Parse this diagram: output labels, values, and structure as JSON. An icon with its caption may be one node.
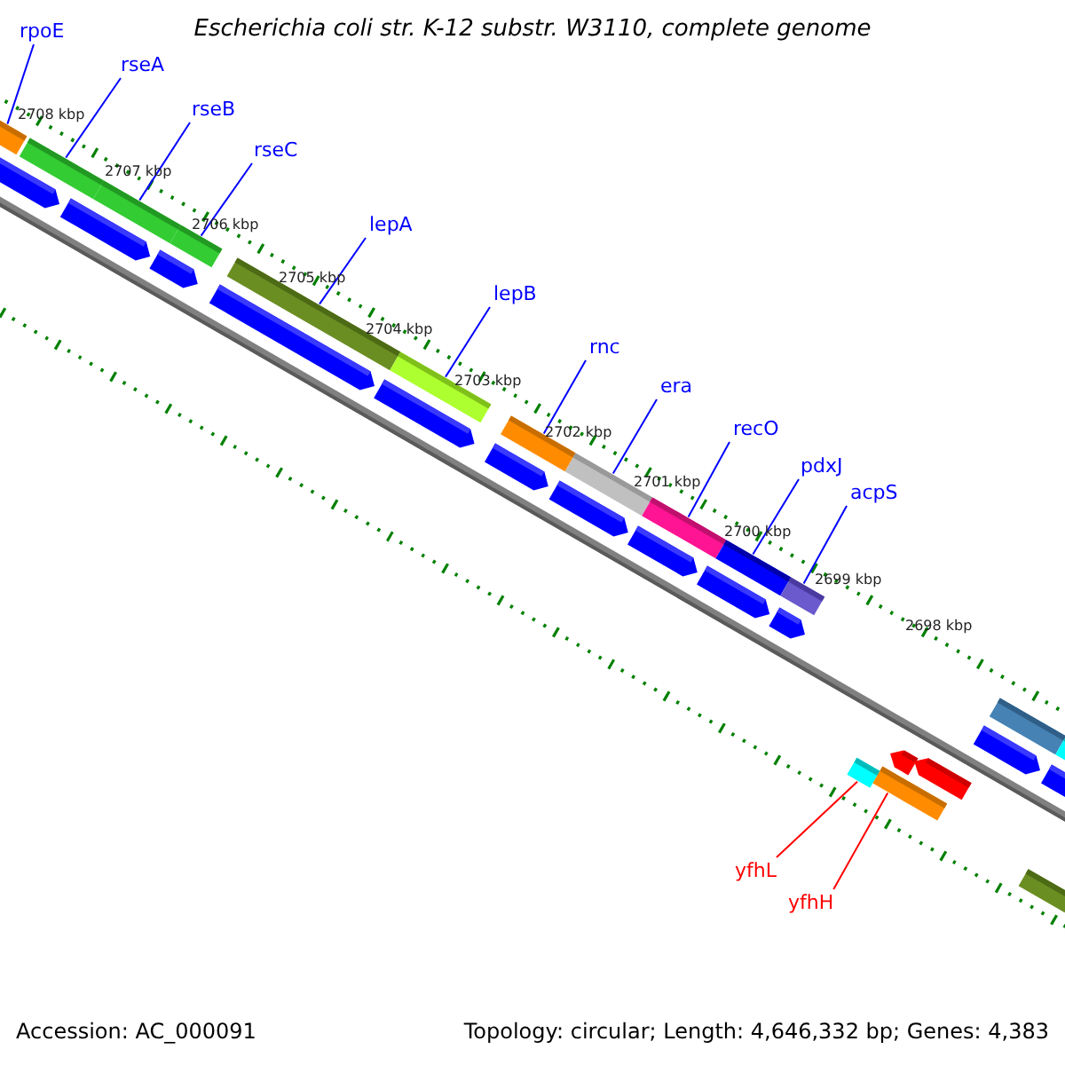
{
  "diagram": {
    "title": "Escherichia coli str. K-12 substr. W3110, complete genome",
    "nodes": [
      {
        "text": [
          "rpoE"
        ]
      },
      {
        "text": [
          "rseA"
        ]
      },
      {
        "text": [
          "rseB"
        ]
      },
      {
        "text": [
          "rseC"
        ]
      },
      {
        "text": [
          "lepA"
        ]
      },
      {
        "text": [
          "lepB"
        ]
      },
      {
        "text": [
          "rnc"
        ]
      },
      {
        "text": [
          "era"
        ]
      },
      {
        "text": [
          "recO"
        ]
      },
      {
        "text": [
          "pdxJ"
        ]
      },
      {
        "text": [
          "acpS"
        ]
      },
      {
        "text": [
          "yfhL"
        ]
      },
      {
        "text": [
          "yfhH"
        ]
      },
      {
        "text": [],
        "shape": "bar"
      },
      {
        "text": [],
        "shape": "bar"
      },
      {
        "text": [],
        "shape": "bar"
      },
      {
        "text": [],
        "shape": "bar"
      },
      {
        "text": [],
        "shape": "bar"
      },
      {
        "text": [],
        "shape": "bar"
      },
      {
        "text": [],
        "shape": "bar"
      },
      {
        "text": [],
        "shape": "bar"
      },
      {
        "text": [],
        "shape": "bar"
      },
      {
        "text": [],
        "shape": "bar"
      },
      {
        "text": [],
        "shape": "bar"
      },
      {
        "text": [],
        "shape": "bar"
      },
      {
        "text": [],
        "shape": "bar"
      },
      {
        "text": [],
        "shape": "bar"
      },
      {
        "text": [],
        "shape": "bar"
      },
      {
        "text": [],
        "shape": "bar"
      },
      {
        "text": [],
        "shape": "bar"
      },
      {
        "text": [],
        "shape": "bar"
      },
      {
        "text": [],
        "shape": "bar"
      },
      {
        "text": [],
        "shape": "bar"
      },
      {
        "text": [],
        "shape": "bar"
      },
      {
        "text": [],
        "shape": "bar"
      },
      {
        "text": [],
        "shape": "bar"
      },
      {
        "text": [],
        "shape": "bar"
      },
      {
        "text": [],
        "shape": "bar"
      },
      {
        "text": [],
        "shape": "bar"
      },
      {
        "text": [],
        "shape": "bar"
      },
      {
        "text": [],
        "shape": "bar"
      },
      {
        "text": [],
        "shape": "bar"
      },
      {
        "text": [],
        "shape": "bar"
      }
    ],
    "edges": [
      {
        "from": 0,
        "to": 13,
        "arrow": "none"
      },
      {
        "from": 1,
        "to": 14,
        "arrow": "none"
      },
      {
        "from": 2,
        "to": 15,
        "arrow": "none"
      },
      {
        "from": 3,
        "to": 16,
        "arrow": "none"
      },
      {
        "from": 4,
        "to": 17,
        "arrow": "none"
      },
      {
        "from": 5,
        "to": 18,
        "arrow": "none"
      },
      {
        "from": 6,
        "to": 19,
        "arrow": "none"
      },
      {
        "from": 7,
        "to": 20,
        "arrow": "none"
      },
      {
        "from": 8,
        "to": 21,
        "arrow": "none"
      },
      {
        "from": 9,
        "to": 22,
        "arrow": "none"
      },
      {
        "from": 10,
        "to": 23,
        "arrow": "none"
      },
      {
        "from": 11,
        "to": 24,
        "arrow": "none",
        "color": "#ff0000"
      },
      {
        "from": 12,
        "to": 25,
        "arrow": "none",
        "color": "#ff0000"
      }
    ],
    "labels": [
      "2708 kbp",
      "2707 kbp",
      "2706 kbp",
      "2705 kbp",
      "2704 kbp",
      "2703 kbp",
      "2702 kbp",
      "2701 kbp",
      "2700 kbp",
      "2699 kbp",
      "2698 kbp",
      "Accession: AC_000091",
      "Topology: circular; Length: 4,646,332 bp; Genes: 4,383"
    ]
  }
}
